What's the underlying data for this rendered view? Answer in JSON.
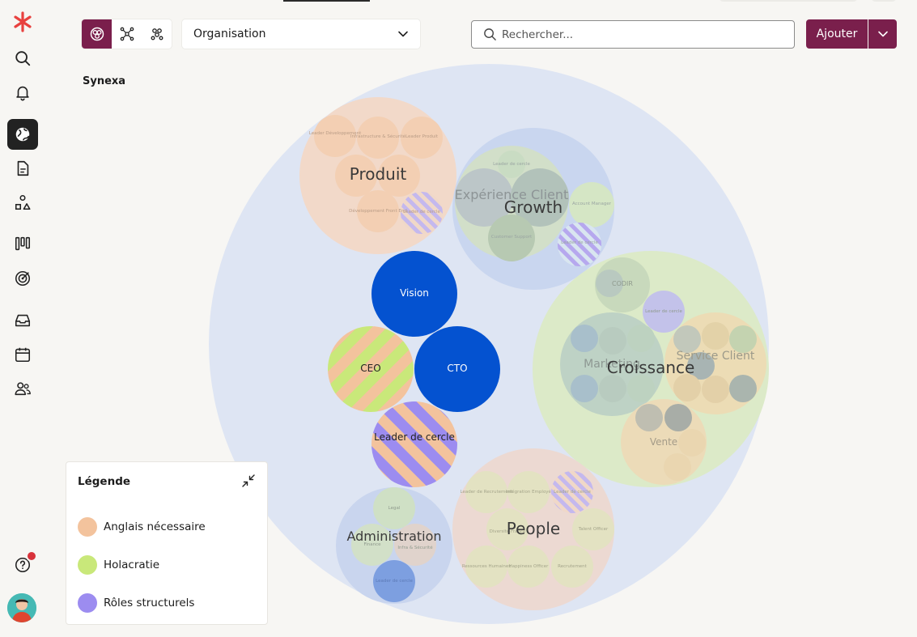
{
  "sidebar": {
    "items": [
      {
        "name": "logo-icon"
      },
      {
        "name": "search-icon"
      },
      {
        "name": "bell-icon"
      },
      {
        "name": "globe-icon",
        "active": true
      },
      {
        "name": "document-icon"
      },
      {
        "name": "roles-icon"
      },
      {
        "name": "kanban-icon"
      },
      {
        "name": "target-icon"
      },
      {
        "name": "inbox-icon"
      },
      {
        "name": "calendar-icon"
      },
      {
        "name": "users-icon"
      },
      {
        "name": "help-icon"
      }
    ]
  },
  "toolbar": {
    "view_modes": [
      "circles-view",
      "graph-view",
      "cluster-view"
    ],
    "selected_view": "circles-view",
    "org_select_value": "Organisation",
    "search_placeholder": "Rechercher...",
    "add_label": "Ajouter"
  },
  "org_name": "Synexa",
  "colors": {
    "accent": "#7a1f4c",
    "anglais": "#f3c39d",
    "holacratie": "#c9e87a",
    "structurel": "#9c8cf0",
    "core_blue": "#0452d0"
  },
  "circles": {
    "main": [
      {
        "label": "Vision"
      },
      {
        "label": "CTO"
      },
      {
        "label": "CEO"
      },
      {
        "label": "Leader de cercle"
      }
    ],
    "groups": [
      {
        "label": "Produit",
        "roles": [
          "Leader Développement",
          "Infrastructure & Sécurité",
          "Leader Produit",
          "Développement Front End",
          "Leader de cercle"
        ]
      },
      {
        "label": "Growth",
        "roles": [
          "Account Manager",
          "Leader de cercle"
        ]
      },
      {
        "label": "Expérience Client",
        "roles": [
          "Customer Support",
          "Leader de cercle"
        ]
      },
      {
        "label": "Croissance",
        "roles": [
          "CODIR",
          "Leader de cercle"
        ]
      },
      {
        "label": "Marketing"
      },
      {
        "label": "Service Client"
      },
      {
        "label": "Vente"
      },
      {
        "label": "Administration",
        "roles": [
          "Legal",
          "Finance",
          "Infra & Sécurité",
          "Leader de cercle"
        ]
      },
      {
        "label": "People",
        "roles": [
          "Leader de Recrutement",
          "Intégration Employé",
          "Leader de cercle",
          "Diversité France",
          "Talent Officer",
          "Ressources Humaines",
          "Happiness Officer",
          "Recrutement"
        ]
      }
    ]
  },
  "legend": {
    "title": "Légende",
    "items": [
      {
        "label": "Anglais nécessaire",
        "color": "#f3c39d"
      },
      {
        "label": "Holacratie",
        "color": "#c9e87a"
      },
      {
        "label": "Rôles structurels",
        "color": "#9c8cf0"
      }
    ]
  }
}
